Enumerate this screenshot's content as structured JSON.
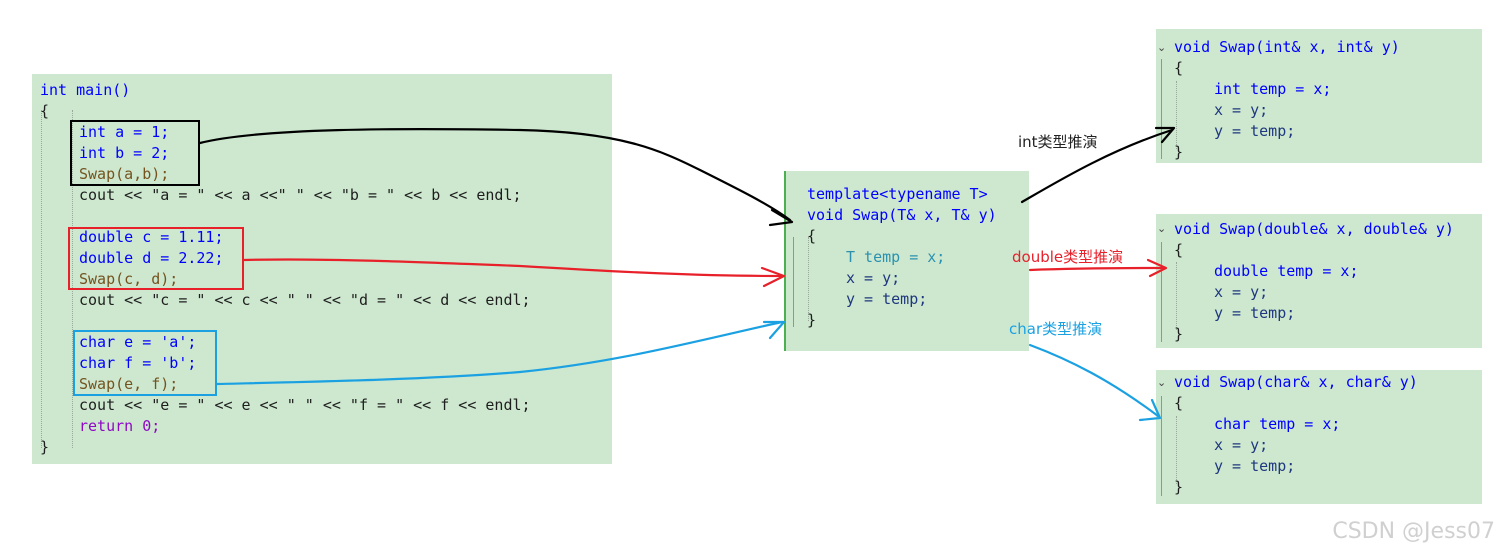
{
  "main_code": {
    "lines": [
      {
        "text": "int main()"
      },
      {
        "text": "{"
      },
      {
        "text": "int a = 1;"
      },
      {
        "text": "int b = 2;"
      },
      {
        "text": "Swap(a,b);"
      },
      {
        "text": "cout << \"a = \" << a <<\" \" << \"b = \" << b << endl;"
      },
      {
        "text": ""
      },
      {
        "text": "double c = 1.11;"
      },
      {
        "text": "double d = 2.22;"
      },
      {
        "text": "Swap(c, d);"
      },
      {
        "text": "cout << \"c = \" << c << \" \" << \"d = \" << d << endl;"
      },
      {
        "text": ""
      },
      {
        "text": "char e = 'a';"
      },
      {
        "text": "char f = 'b';"
      },
      {
        "text": "Swap(e, f);"
      },
      {
        "text": "cout << \"e = \" << e << \" \" << \"f = \" << f << endl;"
      },
      {
        "text": "return 0;"
      },
      {
        "text": "}"
      }
    ]
  },
  "template_code": {
    "lines": [
      "template<typename T>",
      "void Swap(T& x, T& y)",
      "{",
      "T temp = x;",
      "x = y;",
      "y = temp;",
      "}"
    ]
  },
  "instances": [
    {
      "id": "int",
      "lines": [
        "void Swap(int& x, int& y)",
        "{",
        "int temp = x;",
        "x = y;",
        "y = temp;",
        "}"
      ]
    },
    {
      "id": "double",
      "lines": [
        "void Swap(double& x, double& y)",
        "{",
        "double temp = x;",
        "x = y;",
        "y = temp;",
        "}"
      ]
    },
    {
      "id": "char",
      "lines": [
        "void Swap(char& x, char& y)",
        "{",
        "char temp = x;",
        "x = y;",
        "y = temp;",
        "}"
      ]
    }
  ],
  "labels": {
    "int": "int类型推演",
    "double": "double类型推演",
    "char": "char类型推演"
  },
  "colors": {
    "panel": "#cde8cf",
    "arrow_int": "#000000",
    "arrow_double": "#e8202a",
    "arrow_char": "#1ba1e2",
    "keyword": "#0000ff",
    "function": "#74531f",
    "string": "#a31515"
  },
  "watermark": "CSDN @Jess07"
}
